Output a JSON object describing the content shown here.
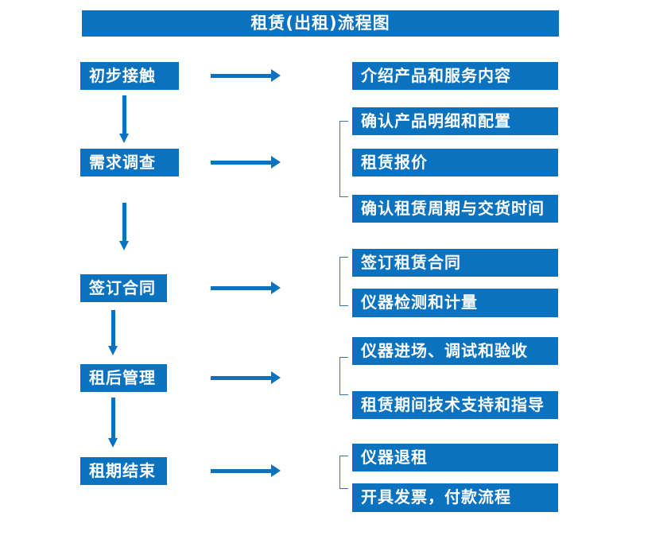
{
  "title": "租赁(出租)流程图",
  "colors": {
    "box_fill": "#0b72c0",
    "box_text": "#ffffff",
    "arrow": "#0b72c0",
    "bracket_line": "#3878b8",
    "background": "#ffffff"
  },
  "stages": [
    {
      "label": "初步接触"
    },
    {
      "label": "需求调查"
    },
    {
      "label": "签订合同"
    },
    {
      "label": "租后管理"
    },
    {
      "label": "租期结束"
    }
  ],
  "details": [
    {
      "label": "介绍产品和服务内容"
    },
    {
      "label": "确认产品明细和配置"
    },
    {
      "label": "租赁报价"
    },
    {
      "label": "确认租赁周期与交货时间"
    },
    {
      "label": "签订租赁合同"
    },
    {
      "label": "仪器检测和计量"
    },
    {
      "label": "仪器进场、调试和验收"
    },
    {
      "label": "租赁期间技术支持和指导"
    },
    {
      "label": "仪器退租"
    },
    {
      "label": "开具发票，付款流程"
    }
  ]
}
